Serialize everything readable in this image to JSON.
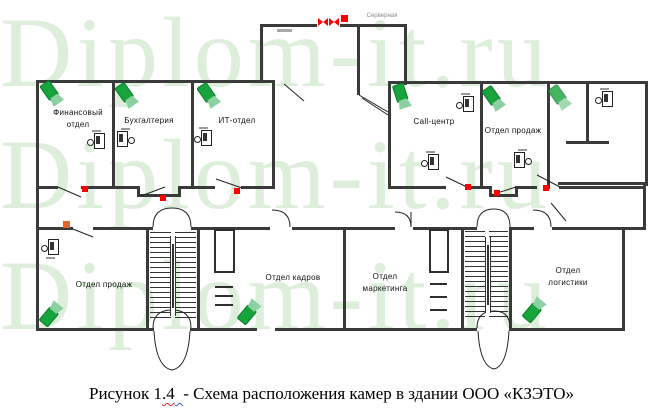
{
  "watermark": {
    "text": "Diplom-it.ru",
    "color": "#ddefdb"
  },
  "rooms": {
    "finance": {
      "label": "Финансовый отдел"
    },
    "accounting": {
      "label": "Бухгалтерия"
    },
    "it": {
      "label": "ИТ-отдел"
    },
    "server": {
      "label": "Серверная"
    },
    "call_center": {
      "label": "Call-центр"
    },
    "sales_top": {
      "label": "Отдел продаж"
    },
    "sales_bottom": {
      "label": "Отдел продаж"
    },
    "hr": {
      "label": "Отдел кадров"
    },
    "marketing": {
      "label": "Отдел маркетинга"
    },
    "logistics": {
      "label": "Отдел логистики"
    }
  },
  "caption": {
    "part1": "Рисунок 1",
    "number": ".4",
    "gap": "  ",
    "part2": "- Схема расположения камер в здании ООО «КЗЭТО»"
  },
  "colors": {
    "wall": "#3a3a3a",
    "camera_body": "#17a43c",
    "camera_lens": "#8ad0a0",
    "sensor": "#ff0000",
    "sensor_entry": "#e0662e",
    "watermark": "#ddefdb",
    "server_label_text": "#8a8a8a"
  }
}
